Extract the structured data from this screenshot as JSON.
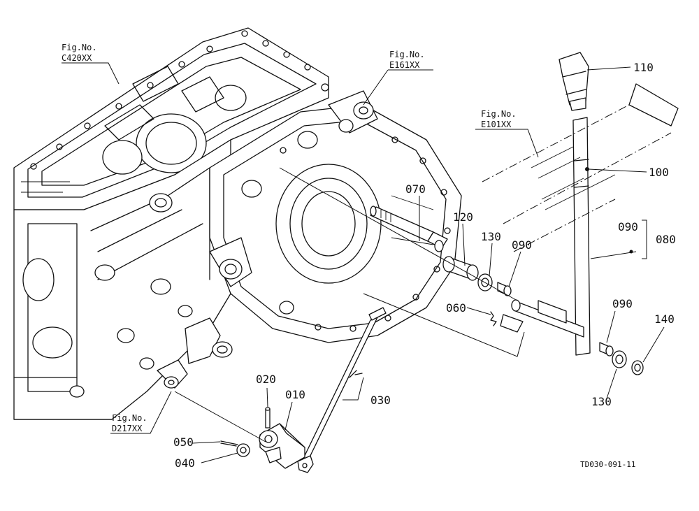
{
  "figure_refs": [
    {
      "id": "C420",
      "line1": "Fig.No.",
      "line2": "C420XX"
    },
    {
      "id": "E161",
      "line1": "Fig.No.",
      "line2": "E161XX"
    },
    {
      "id": "E101",
      "line1": "Fig.No.",
      "line2": "E101XX"
    },
    {
      "id": "D217",
      "line1": "Fig.No.",
      "line2": "D217XX"
    }
  ],
  "parts": {
    "p110": "110",
    "p100": "100",
    "p090a": "090",
    "p080": "080",
    "p120": "120",
    "p130a": "130",
    "p090b": "090",
    "p070": "070",
    "p060": "060",
    "p090c": "090",
    "p140": "140",
    "p130b": "130",
    "p030": "030",
    "p020": "020",
    "p010": "010",
    "p050": "050",
    "p040": "040"
  },
  "drawing_code": "TD030-091-11"
}
